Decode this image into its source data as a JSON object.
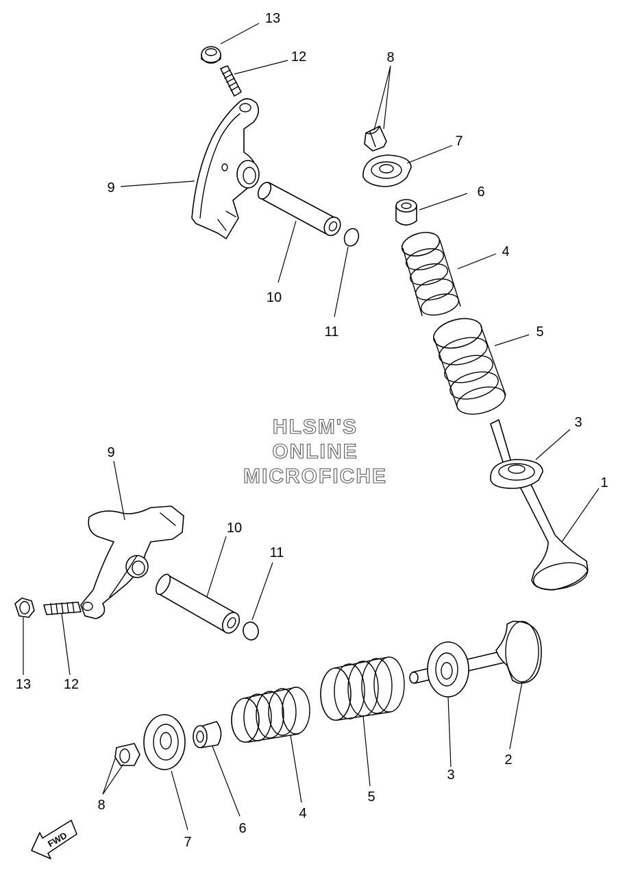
{
  "watermark": {
    "line1": "HLSM'S",
    "line2": "ONLINE",
    "line3": "MICROFICHE"
  },
  "fwd_label": "FWD",
  "callouts": {
    "top_13": "13",
    "top_12": "12",
    "top_9": "9",
    "top_10": "10",
    "top_11": "11",
    "top_8": "8",
    "top_7": "7",
    "top_6": "6",
    "top_4": "4",
    "top_5": "5",
    "top_3": "3",
    "top_1": "1",
    "mid_9": "9",
    "mid_10": "10",
    "mid_11": "11",
    "mid_13": "13",
    "mid_12": "12",
    "bot_8": "8",
    "bot_7": "7",
    "bot_6": "6",
    "bot_4": "4",
    "bot_5": "5",
    "bot_3": "3",
    "bot_2": "2"
  }
}
